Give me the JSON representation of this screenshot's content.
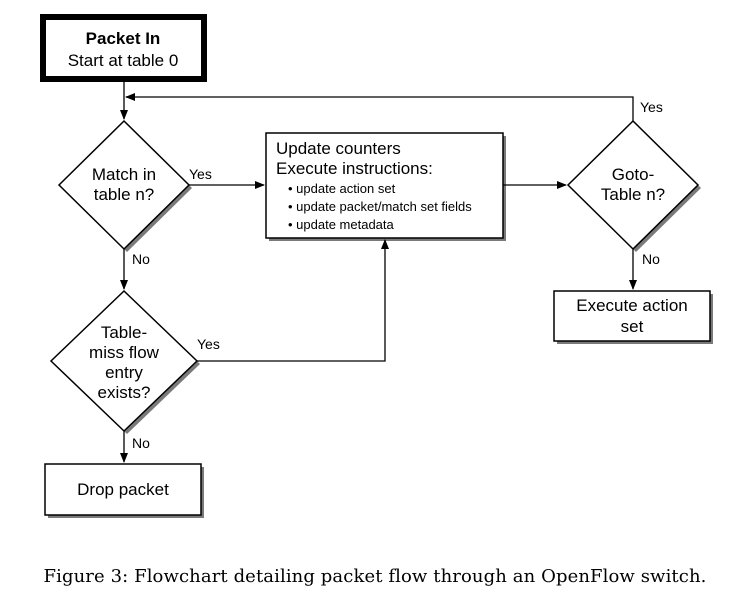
{
  "nodes": {
    "packet_in": {
      "title": "Packet In",
      "subtitle": "Start at table 0"
    },
    "match": {
      "lines": [
        "Match in",
        "table n?"
      ]
    },
    "update": {
      "lines": [
        "Update counters",
        "Execute instructions:"
      ],
      "bullets": [
        "• update action set",
        "• update packet/match set fields",
        "• update metadata"
      ]
    },
    "goto": {
      "lines": [
        "Goto-",
        "Table n?"
      ]
    },
    "execute": {
      "lines": [
        "Execute action",
        "set"
      ]
    },
    "table_miss": {
      "lines": [
        "Table-",
        "miss flow",
        "entry",
        "exists?"
      ]
    },
    "drop": {
      "label": "Drop packet"
    }
  },
  "edges": {
    "match_yes": "Yes",
    "match_no": "No",
    "goto_yes": "Yes",
    "goto_no": "No",
    "miss_yes": "Yes",
    "miss_no": "No"
  },
  "caption": "Figure 3: Flowchart detailing packet flow through an OpenFlow switch."
}
